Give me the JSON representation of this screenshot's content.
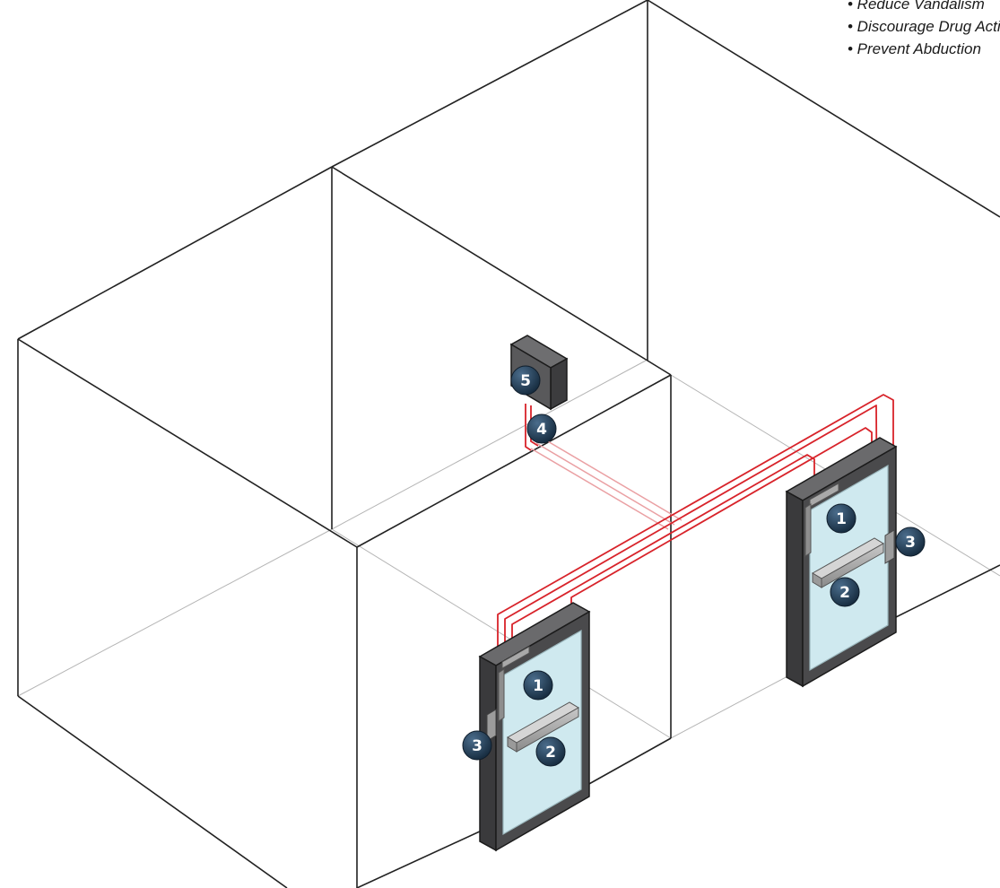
{
  "benefits": [
    "• Reduce Vandalism",
    "• Discourage Drug Activity",
    "• Prevent Abduction"
  ],
  "callouts": {
    "one": "1",
    "two": "2",
    "three": "3",
    "four": "4",
    "five": "5"
  },
  "colors": {
    "wire": "#d8232a",
    "glass": "#cfe9ef",
    "frame": "#4a4a4c",
    "badge": "#1f3a52",
    "wall_line": "#222222"
  }
}
